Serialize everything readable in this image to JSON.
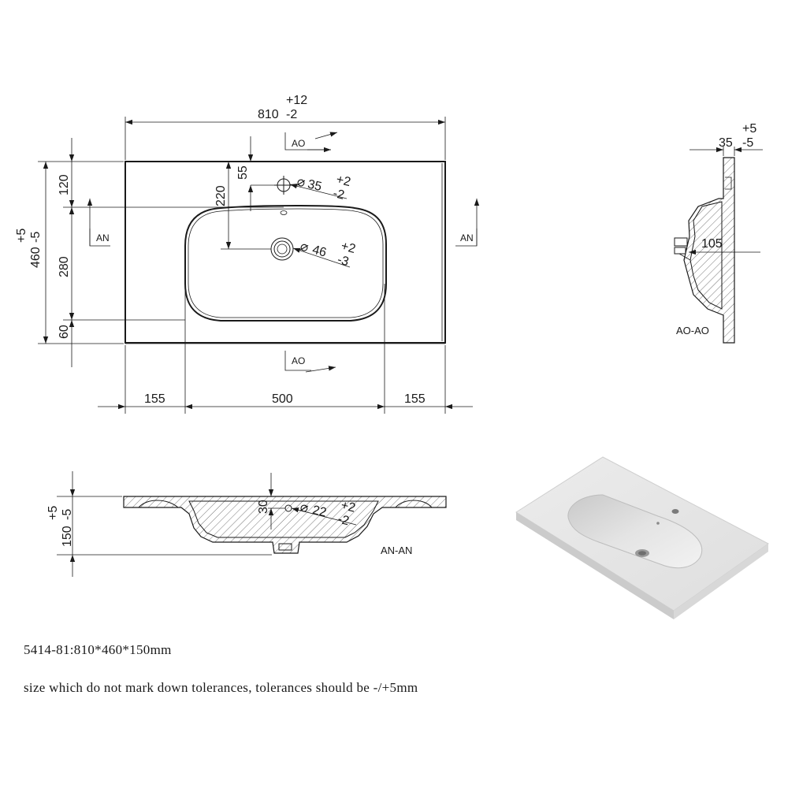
{
  "plan_view": {
    "width_value": "810",
    "width_tol_upper": "+12",
    "width_tol_lower": "-2",
    "depth_value": "460",
    "depth_tol_upper": "+5",
    "depth_tol_lower": "-5",
    "dim_120": "120",
    "dim_280": "280",
    "dim_60": "60",
    "dim_220": "220",
    "dim_55": "55",
    "tap_hole_dia": "35",
    "tap_hole_tol_upper": "+2",
    "tap_hole_tol_lower": "-2",
    "drain_dia": "46",
    "drain_tol_upper": "+2",
    "drain_tol_lower": "-3",
    "dim_left": "155",
    "dim_bowl": "500",
    "dim_right": "155",
    "section_ao": "AO",
    "section_an": "AN"
  },
  "side_view": {
    "dim_plus5": "+5",
    "dim_minus5": "-5",
    "dim_35": "35",
    "dim_105": "105",
    "label": "AO-AO"
  },
  "front_section": {
    "height_value": "150",
    "height_tol_upper": "+5",
    "height_tol_lower": "-5",
    "dim_30": "30",
    "overflow_dia": "22",
    "overflow_tol_upper": "+2",
    "overflow_tol_lower": "-2",
    "label": "AN-AN"
  },
  "notes": {
    "model": "5414-81:810*460*150mm",
    "tolerance": "size which do not mark down tolerances, tolerances should be -/+5mm"
  },
  "colors": {
    "line": "#1a1a1a",
    "render_top": "#e6e6e6",
    "render_bowl": "#d4d4d4"
  }
}
